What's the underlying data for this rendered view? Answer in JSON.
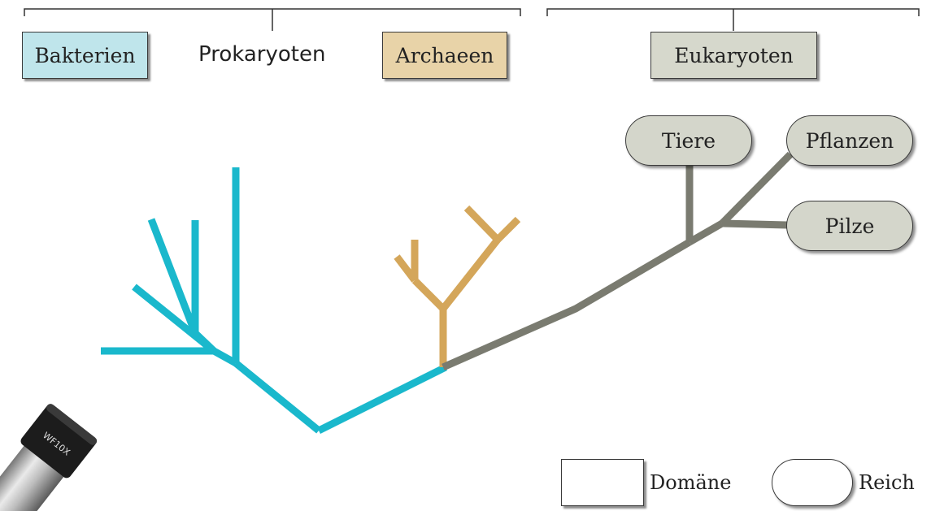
{
  "groups": {
    "prokaryotes": {
      "label": "Prokaryoten"
    },
    "bacteria": {
      "label": "Bakterien",
      "color": "#bfe5eb"
    },
    "archaea": {
      "label": "Archaeen",
      "color": "#e8d3a8"
    },
    "eukaryotes": {
      "label": "Eukaryoten",
      "color": "#d6d8cc"
    }
  },
  "kingdoms": [
    {
      "label": "Tiere"
    },
    {
      "label": "Pflanzen"
    },
    {
      "label": "Pilze"
    }
  ],
  "legend": {
    "domain_label": "Domäne",
    "kingdom_label": "Reich"
  },
  "eyepiece": {
    "label": "WF10X"
  },
  "colors": {
    "bacteria_branch": "#1ab8cc",
    "archaea_branch": "#d4a65a",
    "eukaryote_branch": "#7a7b70",
    "bracket": "#333333"
  }
}
